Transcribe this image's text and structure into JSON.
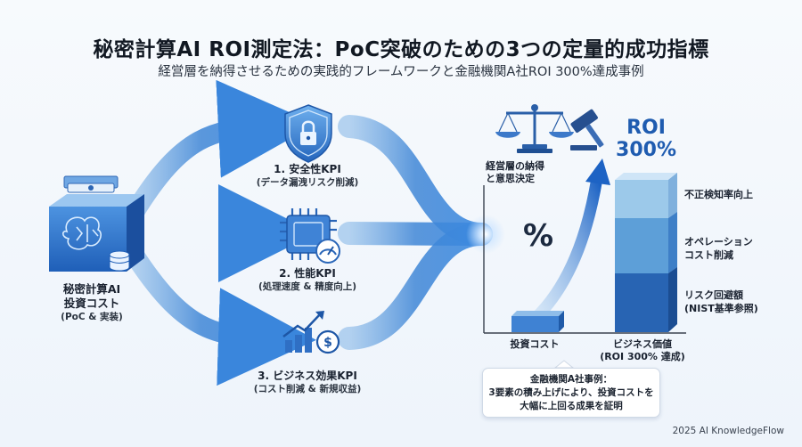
{
  "header": {
    "title": "秘密計算AI ROI測定法：PoC突破のための3つの定量的成功指標",
    "subtitle": "経営層を納得させるための実践的フレームワークと金融機関A社ROI 300%達成事例"
  },
  "source": {
    "label_line1": "秘密計算AI",
    "label_line2": "投資コスト",
    "label_sub": "(PoC & 実装)",
    "icon": "server-brain-money-icon"
  },
  "kpis": [
    {
      "title": "1. 安全性KPI",
      "sub": "(データ漏洩リスク削減)",
      "icon": "shield-lock-icon"
    },
    {
      "title": "2. 性能KPI",
      "sub": "(処理速度 & 精度向上)",
      "icon": "chip-gauge-icon"
    },
    {
      "title": "3. ビジネス効果KPI",
      "sub": "(コスト削減 & 新規収益)",
      "icon": "growth-chart-coin-icon"
    }
  ],
  "decision": {
    "line1": "経営層の納得",
    "line2": "と意思決定",
    "icon": "scale-gavel-icon"
  },
  "roi": {
    "label": "ROI",
    "value": "300%"
  },
  "chart": {
    "percent_symbol": "%",
    "cost_label": "投資コスト",
    "value_label_line1": "ビジネス価値",
    "value_label_line2": "(ROI 300% 達成)",
    "segments": [
      {
        "label_line1": "不正検知率向上",
        "label_line2": "",
        "color": "#9cc9ea"
      },
      {
        "label_line1": "オペレーション",
        "label_line2": "コスト削減",
        "color": "#5d9fd8"
      },
      {
        "label_line1": "リスク回避額",
        "label_line2": "(NIST基準参照)",
        "color": "#2864b3"
      }
    ]
  },
  "callout": {
    "line1": "金融機関A社事例：",
    "line2": "3要素の積み上げにより、投資コストを",
    "line3": "大幅に上回る成果を証明"
  },
  "footer": "2025 AI KnowledgeFlow"
}
